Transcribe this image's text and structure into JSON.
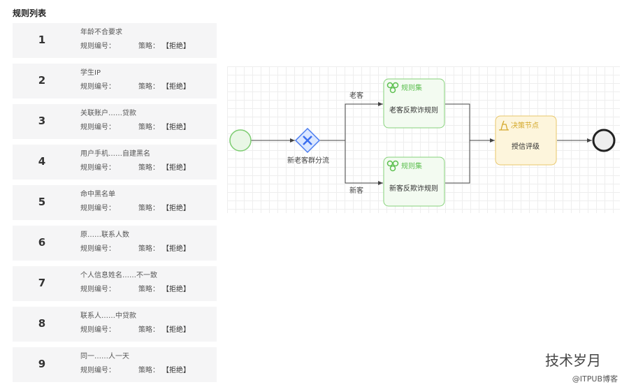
{
  "list_title": "规则列表",
  "rules": [
    {
      "no": "1",
      "name": "年龄不合要求",
      "code_label": "规则编号：",
      "policy_label": "策略：",
      "policy": "【拒绝】"
    },
    {
      "no": "2",
      "name": "学生IP",
      "code_label": "规则编号：",
      "policy_label": "策略：",
      "policy": "【拒绝】"
    },
    {
      "no": "3",
      "name": "关联账户……贷款",
      "code_label": "规则编号：",
      "policy_label": "策略：",
      "policy": "【拒绝】"
    },
    {
      "no": "4",
      "name": "用户手机……自建黑名",
      "code_label": "规则编号：",
      "policy_label": "策略：",
      "policy": "【拒绝】"
    },
    {
      "no": "5",
      "name": "命中黑名单",
      "code_label": "规则编号：",
      "policy_label": "策略：",
      "policy": "【拒绝】"
    },
    {
      "no": "6",
      "name": "原……联系人数",
      "code_label": "规则编号：",
      "policy_label": "策略：",
      "policy": "【拒绝】"
    },
    {
      "no": "7",
      "name": "个人信息姓名……不一致",
      "code_label": "规则编号：",
      "policy_label": "策略：",
      "policy": "【拒绝】"
    },
    {
      "no": "8",
      "name": "联系人……中贷款",
      "code_label": "规则编号：",
      "policy_label": "策略：",
      "policy": "【拒绝】"
    },
    {
      "no": "9",
      "name": "同一……人一天",
      "code_label": "规则编号：",
      "policy_label": "策略：",
      "policy": "【拒绝】"
    }
  ],
  "flow": {
    "gateway_label": "新老客群分流",
    "branch_old": "老客",
    "branch_new": "新客",
    "ruleset_tag": "规则集",
    "ruleset_old": "老客反欺诈规则",
    "ruleset_new": "新客反欺诈规则",
    "decision_tag": "决策节点",
    "decision_name": "授信评级"
  },
  "watermark": {
    "main": "技术岁月",
    "sub": "@ITPUB博客"
  }
}
